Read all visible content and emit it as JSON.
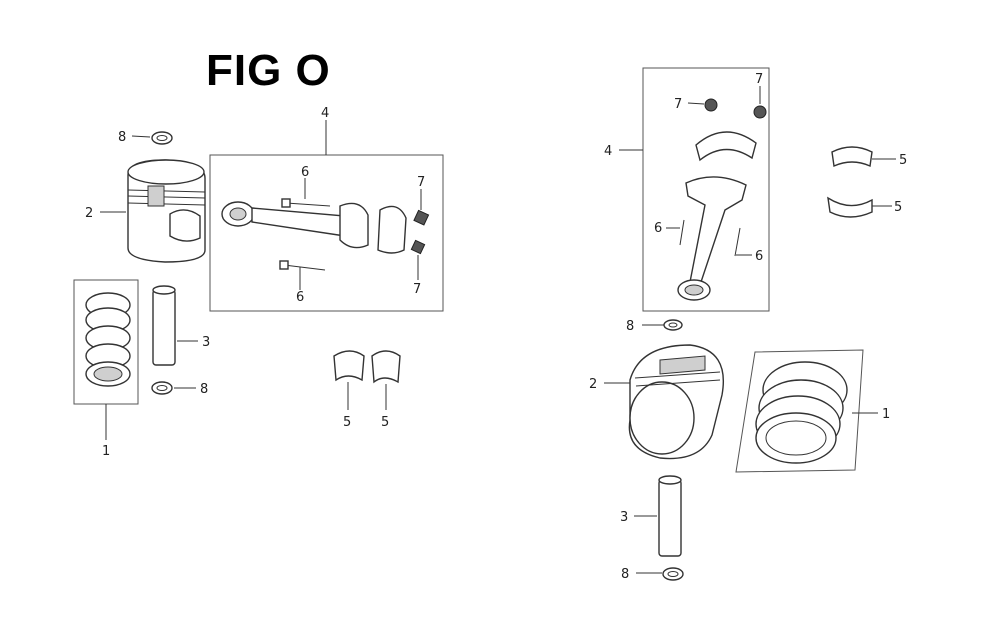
{
  "figure": {
    "title": "FIG O"
  },
  "callouts": {
    "ring_set": "1",
    "piston": "2",
    "piston_pin": "3",
    "connecting_rod_assembly": "4",
    "bearing": "5",
    "bolt": "6",
    "nut": "7",
    "clip": "8"
  }
}
